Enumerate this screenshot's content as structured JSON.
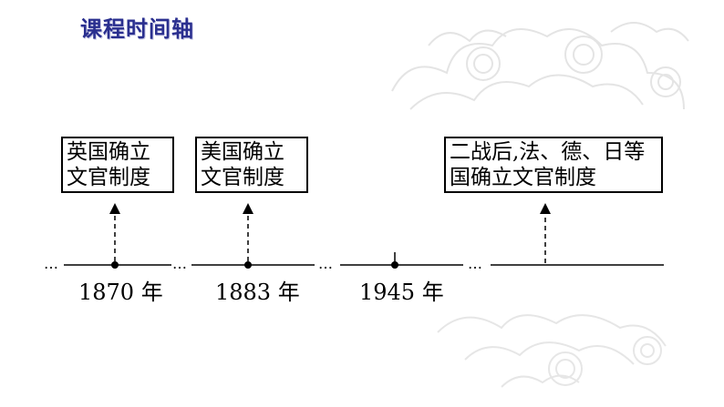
{
  "title": "课程时间轴",
  "timeline": {
    "events": [
      {
        "box_line1": "英国确立",
        "box_line2": "文官制度",
        "year": "1870 年"
      },
      {
        "box_line1": "美国确立",
        "box_line2": "文官制度",
        "year": "1883 年"
      },
      {
        "year": "1945 年"
      },
      {
        "box_line1": "二战后,法、德、日等",
        "box_line2": "国确立文官制度"
      }
    ],
    "ellipsis": "…",
    "colors": {
      "title": "#2a2f8f",
      "line": "#000000",
      "decoration": "#e6e6e6"
    }
  }
}
